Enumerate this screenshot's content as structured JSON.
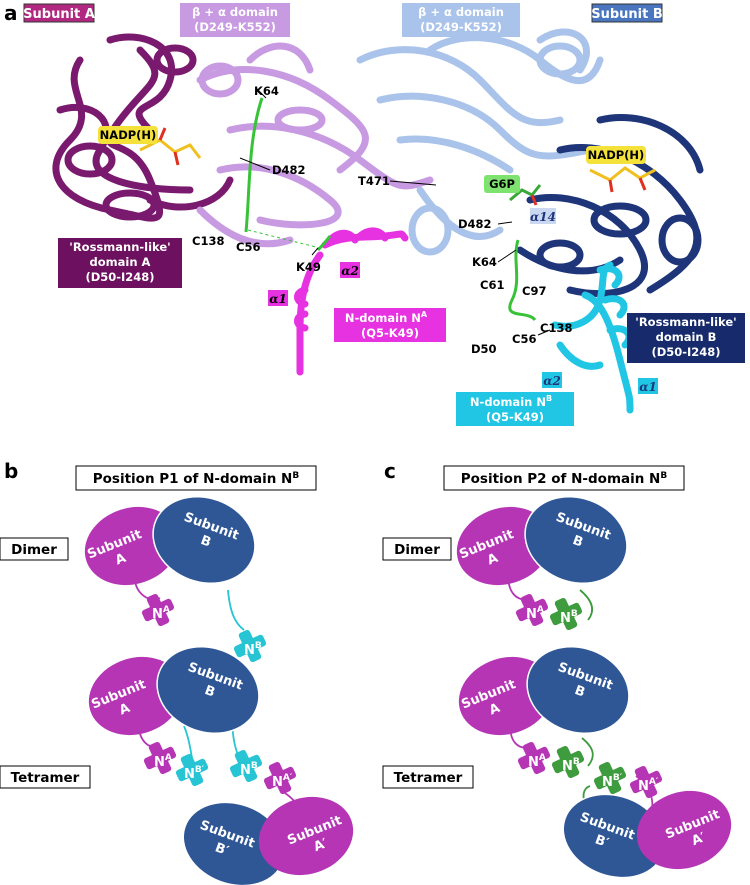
{
  "panels": {
    "a": "a",
    "b": "b",
    "c": "c"
  },
  "structure": {
    "subunit_a": "Subunit A",
    "subunit_b": "Subunit B",
    "beta_alpha_left": [
      "β + α domain",
      "(D249-K552)"
    ],
    "beta_alpha_right": [
      "β + α domain",
      "(D249-K552)"
    ],
    "nadp_left": "NADP(H)",
    "nadp_right": "NADP(H)",
    "g6p": "G6P",
    "rossmann_a": [
      "'Rossmann-like'",
      "domain A",
      "(D50-I248)"
    ],
    "rossmann_b": [
      "'Rossmann-like'",
      "domain B",
      "(D50-I248)"
    ],
    "ndomain_a": [
      "N-domain N",
      "A",
      "(Q5-K49)"
    ],
    "ndomain_b": [
      "N-domain N",
      "B",
      "(Q5-K49)"
    ],
    "residues": {
      "k64_a": "K64",
      "d482_a": "D482",
      "t471": "T471",
      "c138_a": "C138",
      "c56_a": "C56",
      "k49": "K49",
      "d482_b": "D482",
      "k64_b": "K64",
      "c61": "C61",
      "c97": "C97",
      "c138_b": "C138",
      "c56_b": "C56",
      "d50": "D50"
    },
    "helices": {
      "a2_left": "α2",
      "a1_left": "α1",
      "a14": "α14",
      "a2_right": "α2",
      "a1_right": "α1"
    }
  },
  "schematic_b": {
    "title": "Position P1 of N-domain N",
    "title_sup": "B",
    "dimer": "Dimer",
    "tetramer": "Tetramer"
  },
  "schematic_c": {
    "title": "Position P2 of N-domain N",
    "title_sup": "B",
    "dimer": "Dimer",
    "tetramer": "Tetramer"
  },
  "subunits": {
    "a_line1": "Subunit",
    "a_line2": "A",
    "b_line1": "Subunit",
    "b_line2": "B",
    "a_prime_line2": "A′",
    "b_prime_line2": "B′"
  },
  "ndomain_labels": {
    "N": "N",
    "A": "A",
    "B": "B",
    "A_prime": "A′",
    "B_prime": "B′"
  },
  "colors": {
    "subunit_a_dark": "#7a1a6e",
    "subunit_a_light": "#c89ae2",
    "subunit_b_light": "#a9c3ea",
    "subunit_b_dark": "#1e3579",
    "n_a": "#e632e0",
    "n_b": "#20c6e4",
    "schematic_a": "#b535b5",
    "schematic_b": "#2f5796",
    "n_cyan": "#27c4d4",
    "n_green": "#3e9b3e",
    "nadp": "#f4e23a",
    "g6p": "#7de36e"
  }
}
